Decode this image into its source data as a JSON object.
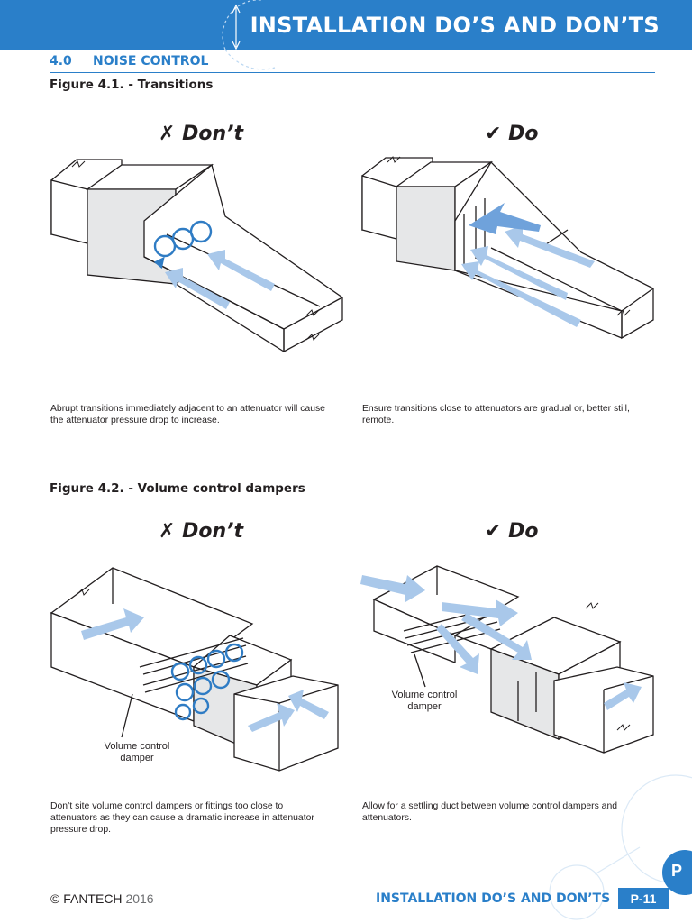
{
  "header": {
    "title": "INSTALLATION DO’S AND DON’TS"
  },
  "section": {
    "number": "4.0",
    "title": "NOISE CONTROL"
  },
  "figures": [
    {
      "title": "Figure 4.1. - Transitions",
      "dont": {
        "label": "✗ Don’t",
        "caption": "Abrupt transitions immediately adjacent to an attenuator will cause the attenuator pressure drop to increase."
      },
      "do": {
        "label": "✔ Do",
        "caption": "Ensure transitions close to attenuators are gradual or, better still, remote."
      }
    },
    {
      "title": "Figure 4.2. - Volume control dampers",
      "dont": {
        "label": "✗ Don’t",
        "callout": "Volume control damper",
        "caption": "Don’t site volume control dampers or fittings too close to attenuators as they can cause a dramatic increase in attenuator pressure drop."
      },
      "do": {
        "label": "✔ Do",
        "callout": "Volume control damper",
        "caption": "Allow for a settling duct between volume control dampers and attenuators."
      }
    }
  ],
  "footer": {
    "copyright": "© FANTECH",
    "year": "2016",
    "title": "INSTALLATION DO’S AND DON’TS",
    "page": "P-11",
    "tab": "P"
  },
  "colors": {
    "brand_blue": "#2a7fc9",
    "arrow_blue": "#a9c8ea",
    "swirl_blue": "#2f7cc4",
    "attenuator_grey": "#e6e7e8"
  }
}
